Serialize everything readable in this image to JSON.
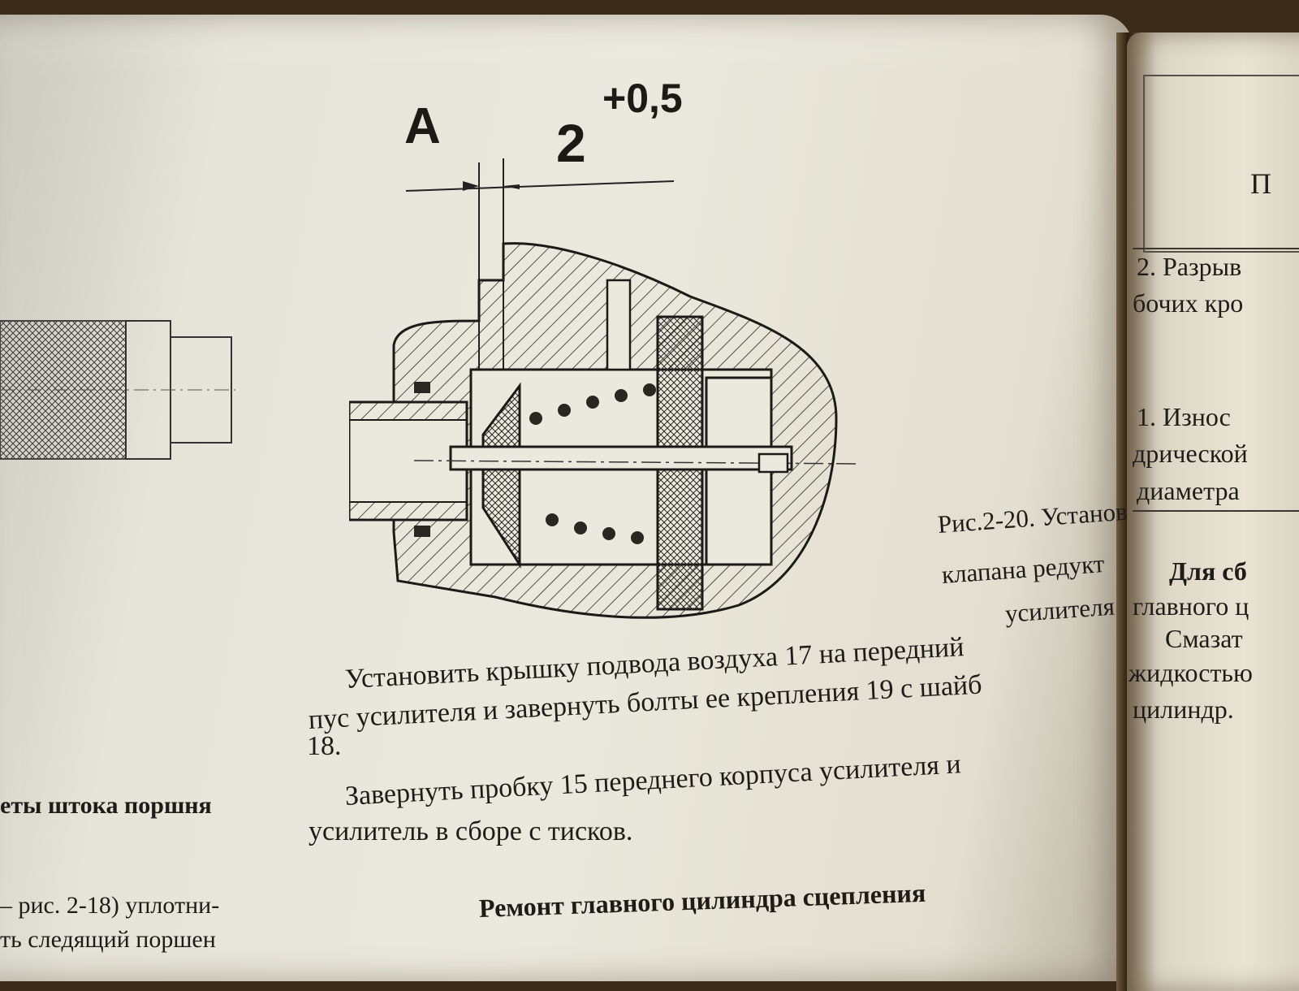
{
  "left_page": {
    "faint_bleed_lines": [
      "...",
      "..."
    ],
    "caption_heading_fragment": "еты штока поршня",
    "bottom_lines": [
      "– рис. 2-18) уплотни-",
      "ть следящий поршен"
    ]
  },
  "figure": {
    "dimension_letter": "A",
    "dimension_base": "2",
    "dimension_tolerance": "+0,5",
    "caption_lines": [
      "Рис.2-20. Установ",
      "клапана редукт",
      "усилителя"
    ]
  },
  "body": {
    "paragraph_1_lines": [
      "Установить крышку подвода воздуха 17 на передний",
      "пус усилителя и завернуть болты ее крепления 19 с шайб",
      "18."
    ],
    "paragraph_2_lines": [
      "Завернуть пробку 15 переднего корпуса усилителя и",
      "усилитель в сборе с тисков."
    ],
    "section_heading": "Ремонт главного цилиндра сцепления"
  },
  "right_page": {
    "box_letter": "П",
    "lines": [
      "2. Разрыв",
      "бочих кро",
      "1. Износ",
      "дрической",
      "диаметра",
      "Для сб",
      "главного ц",
      "Смазат",
      "жидкостью",
      "цилиндр."
    ]
  },
  "colors": {
    "paper": "#ebe9de",
    "ink": "#1f1c18",
    "background": "#3a2c18"
  }
}
